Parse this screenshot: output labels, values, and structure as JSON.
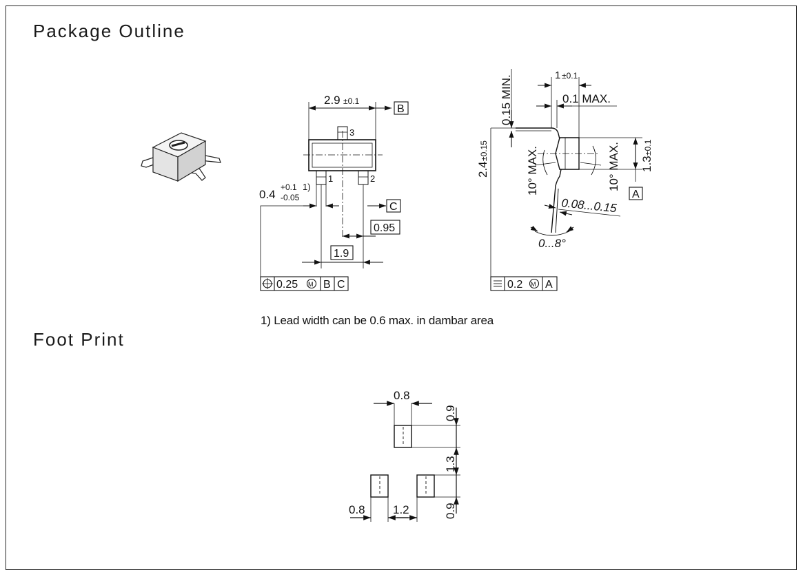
{
  "headings": {
    "package_outline": "Package Outline",
    "foot_print": "Foot Print"
  },
  "footnote": "1) Lead width can be 0.6 max. in dambar area",
  "top_view": {
    "width_dim": "2.9",
    "width_tol": "±0.1",
    "datum_b": "B",
    "datum_c": "C",
    "pin1": "1",
    "pin2": "2",
    "pin3": "3",
    "lead_width": "0.4",
    "lead_tol_plus": "+0.1",
    "lead_tol_minus": "-0.05",
    "lead_note_ref": "1)",
    "pitch": "0.95",
    "span": "1.9",
    "tol_value": "0.25",
    "tol_mod": "M",
    "tol_ref1": "B",
    "tol_ref2": "C"
  },
  "side_view": {
    "min_clear": "0.15 MIN.",
    "lead_len": "1",
    "lead_len_tol": "±0.1",
    "flat_max": "0.1 MAX.",
    "height": "2.4",
    "height_tol": "±0.15",
    "body_h": "1.3",
    "body_h_tol": "±0.1",
    "angle_left": "10° MAX.",
    "angle_right": "10° MAX.",
    "datum_a": "A",
    "thickness": "0.08...0.15",
    "foot_angle": "0...8°",
    "flat_value": "0.2",
    "flat_mod": "M",
    "flat_ref": "A"
  },
  "footprint": {
    "pad_w_top": "0.8",
    "pad_h_top": "0.9",
    "gap_v": "1.3",
    "pad_h_bottom": "0.9",
    "pad_w_left": "0.8",
    "gap_h": "1.2"
  }
}
